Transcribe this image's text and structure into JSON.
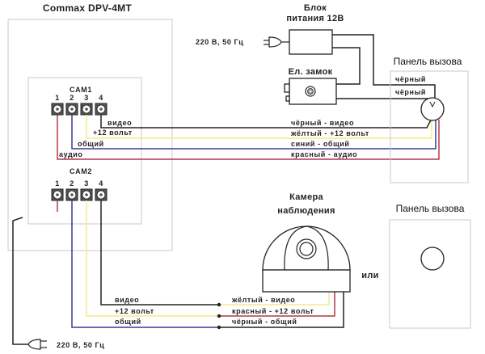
{
  "monitor": {
    "title": "Commax DPV-4MT",
    "cam1_label": "CAM1",
    "cam2_label": "CAM2",
    "terminal_numbers": [
      "1",
      "2",
      "3",
      "4"
    ],
    "cam1_wire_labels": [
      "видео",
      "+12 вольт",
      "общий",
      "аудио"
    ],
    "cam2_wire_labels": [
      "видео",
      "+12 вольт",
      "общий"
    ],
    "power_label": "220 В, 50 Гц"
  },
  "power_supply": {
    "title_line1": "Блок",
    "title_line2": "питания 12В",
    "input_label": "220 В, 50 Гц"
  },
  "lock": {
    "title": "Ел. замок"
  },
  "call_panel_1": {
    "title": "Панель вызова",
    "wire_labels_top": [
      "чёрный",
      "чёрный"
    ],
    "cable_labels": [
      "чёрный - видео",
      "жёлтый - +12 вольт",
      "синий - общий",
      "красный - аудио"
    ]
  },
  "camera": {
    "title_line1": "Камера",
    "title_line2": "наблюдения",
    "cable_labels": [
      "жёлтый - видео",
      "красный - +12 вольт",
      "чёрный - общий"
    ]
  },
  "or_label": "или",
  "call_panel_2": {
    "title": "Панель вызова"
  },
  "colors": {
    "black": "#222222",
    "yellow": "#f2ec8a",
    "blue": "#3a3a9a",
    "red": "#b23a4a",
    "gray": "#c8c8c8"
  }
}
